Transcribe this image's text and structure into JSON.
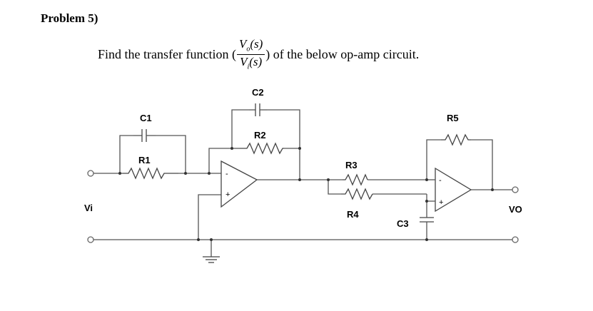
{
  "problem": {
    "title": "Problem 5)",
    "prefix": "Find the transfer function (",
    "suffix": ") of the below op-amp circuit.",
    "numerator": {
      "symbol": "V",
      "sub": "o",
      "arg": "(s)"
    },
    "denominator": {
      "symbol": "V",
      "sub": "i",
      "arg": "(s)"
    }
  },
  "circuit": {
    "components": {
      "c1": "C1",
      "r1": "R1",
      "c2": "C2",
      "r2": "R2",
      "r3": "R3",
      "r4": "R4",
      "c3": "C3",
      "r5": "R5"
    },
    "ports": {
      "input": "Vi",
      "output": "VO"
    },
    "opamp_pins": {
      "inverting": "-",
      "noninverting": "+"
    }
  }
}
